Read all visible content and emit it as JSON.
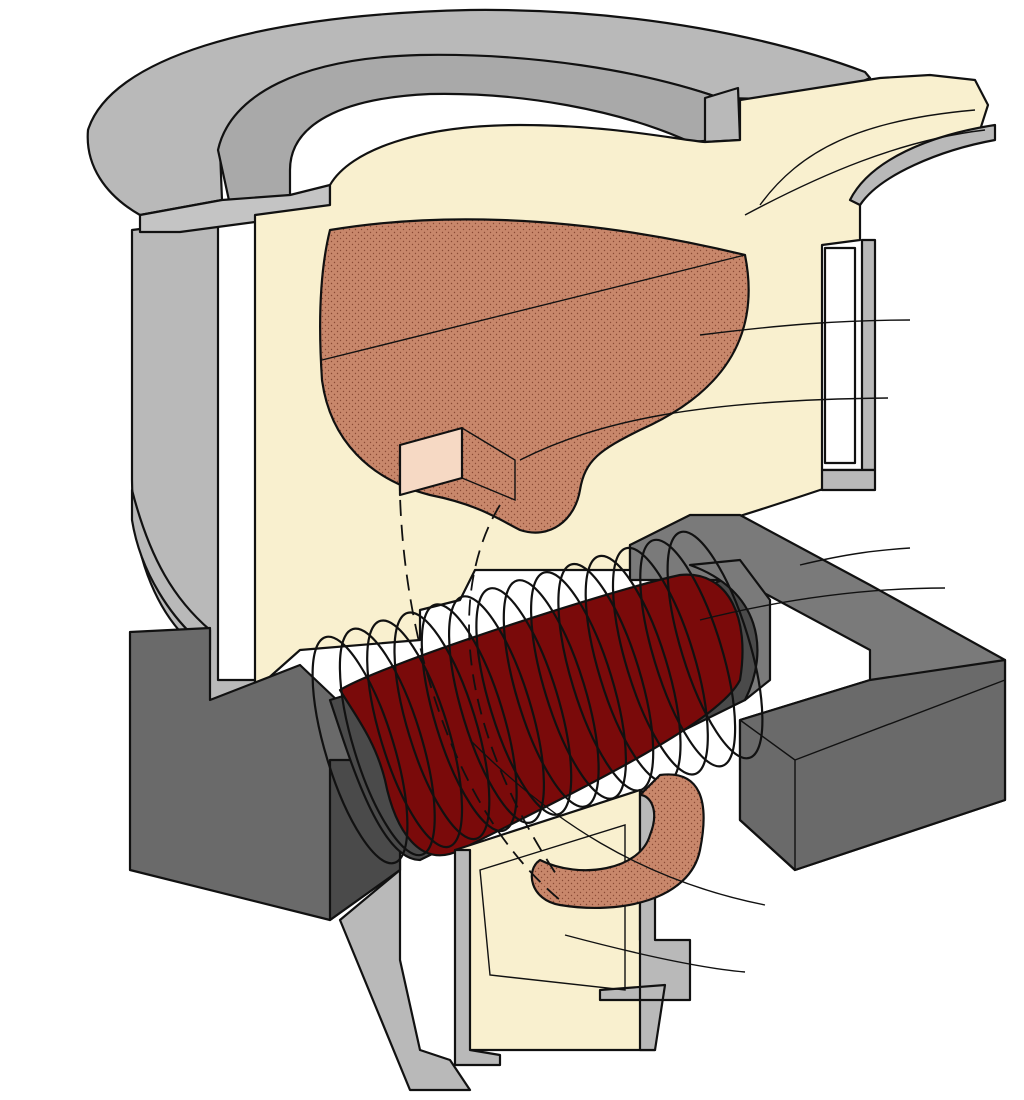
{
  "diagram": {
    "kind": "cutaway-illustration",
    "subject_parts": [
      "furnace-shell",
      "refractory-lining",
      "molten-metal-bath",
      "throat-channel",
      "magnetic-core",
      "induction-coil",
      "loop-channel",
      "channel-refractory"
    ],
    "leader_line_count": 7,
    "labels_shown": false
  },
  "colors": {
    "steel": "#b9b9b9",
    "steel_dark": "#6f6f6f",
    "refractory": "#f9f0cf",
    "molten_metal": "#c8876b",
    "coil": "#7a0a0a",
    "core": "#4a4a4a",
    "outline": "#111111"
  }
}
